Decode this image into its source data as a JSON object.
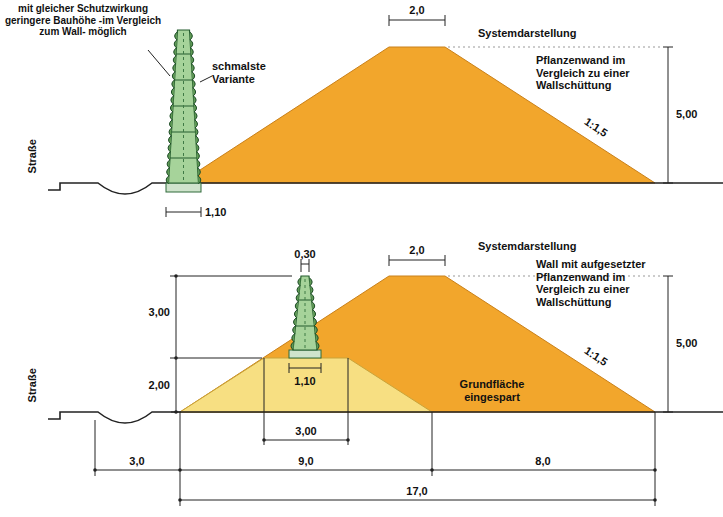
{
  "diagram": {
    "labels": [
      "mit gleicher Schutzwirkung geringere Bauhöhe -im Vergleich zum Wall- möglich",
      "schmalste Variante",
      "2,0",
      "Systemdarstellung",
      "Pflanzenwand im Vergleich zu einer Wallschüttung",
      "1:1,5",
      "5,00",
      "Straße",
      "1,10",
      "0,30",
      "2,0",
      "Systemdarstellung",
      "Wall mit aufgesetzter Pflanzenwand im Vergleich zu einer Wallschüttung",
      "1:1,5",
      "3,00",
      "2,00",
      "5,00",
      "Straße",
      "Grundfläche eingespart",
      "1,10",
      "3,00",
      "3,0",
      "9,0",
      "8,0",
      "17,0"
    ]
  }
}
